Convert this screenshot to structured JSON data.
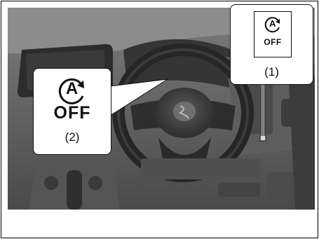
{
  "figure": {
    "callout_1": {
      "label": "(1)",
      "switch_letter": "A",
      "switch_text": "OFF"
    },
    "callout_2": {
      "label": "(2)",
      "indicator_letter": "A",
      "indicator_text": "OFF"
    }
  },
  "colors": {
    "photo_background": "#6a6a6a",
    "outline": "#111111"
  },
  "icons": [
    "auto-stop-start-off-icon",
    "leader-line"
  ]
}
